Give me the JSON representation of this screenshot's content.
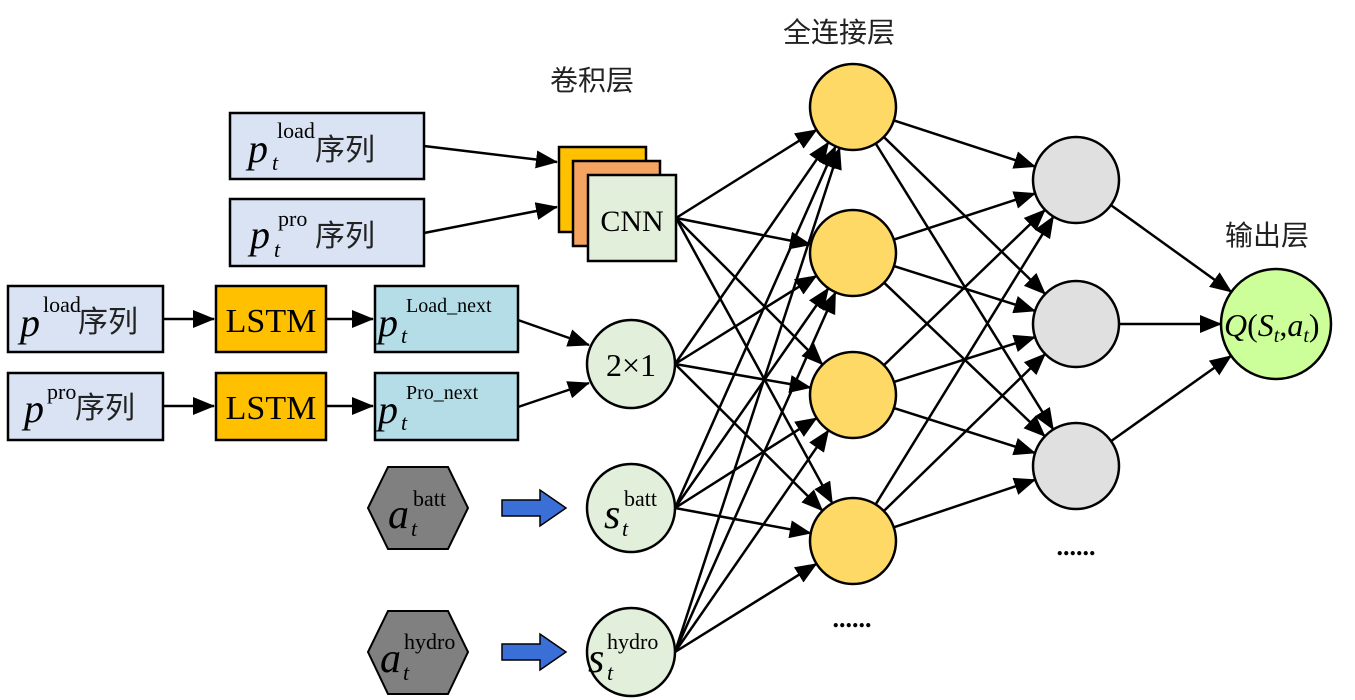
{
  "layer_labels": {
    "conv": "卷积层",
    "fc": "全连接层",
    "output": "输出层"
  },
  "inputs": {
    "pt_load_seq": {
      "base": "p",
      "sub": "t",
      "sup": "load",
      "suffix": "序列"
    },
    "pt_pro_seq": {
      "base": "p",
      "sub": "t",
      "sup": "pro",
      "suffix": "序列"
    },
    "p_load_seq": {
      "base": "p",
      "sup": "load",
      "suffix": "序列"
    },
    "p_pro_seq": {
      "base": "p",
      "sup": "pro",
      "suffix": "序列"
    }
  },
  "lstm": {
    "label_1": "LSTM",
    "label_2": "LSTM"
  },
  "predictions": {
    "load_next": {
      "base": "p",
      "sub": "t",
      "sup": "Load_next"
    },
    "pro_next": {
      "base": "p",
      "sub": "t",
      "sup": "Pro_next"
    }
  },
  "cnn": {
    "label": "CNN"
  },
  "concat_node": {
    "label": "2×1"
  },
  "actions": {
    "batt": {
      "base": "a",
      "sub": "t",
      "sup": "batt"
    },
    "hydro": {
      "base": "a",
      "sub": "t",
      "sup": "hydro"
    }
  },
  "states": {
    "batt": {
      "base": "s",
      "sub": "t",
      "sup": "batt"
    },
    "hydro": {
      "base": "s",
      "sub": "t",
      "sup": "hydro"
    }
  },
  "ellipsis": {
    "fc1": "......",
    "fc2": "......"
  },
  "output_node": {
    "q": "Q",
    "open": "(",
    "s": "S",
    "s_sub": "t",
    "comma": ",",
    "a": "a",
    "a_sub": "t",
    "close": ")"
  },
  "colors": {
    "input_box": "#dae3f3",
    "lstm": "#ffc000",
    "prediction_box": "#b4dde8",
    "cnn_back": "#ffc000",
    "cnn_mid": "#f4a460",
    "cnn_front": "#e2efda",
    "state_node": "#e2efda",
    "fc_node": "#ffd966",
    "hidden2_node": "#e0e0e0",
    "output_node": "#ccff99",
    "action_hex": "#808080",
    "block_arrow": "#3a6fd8"
  }
}
